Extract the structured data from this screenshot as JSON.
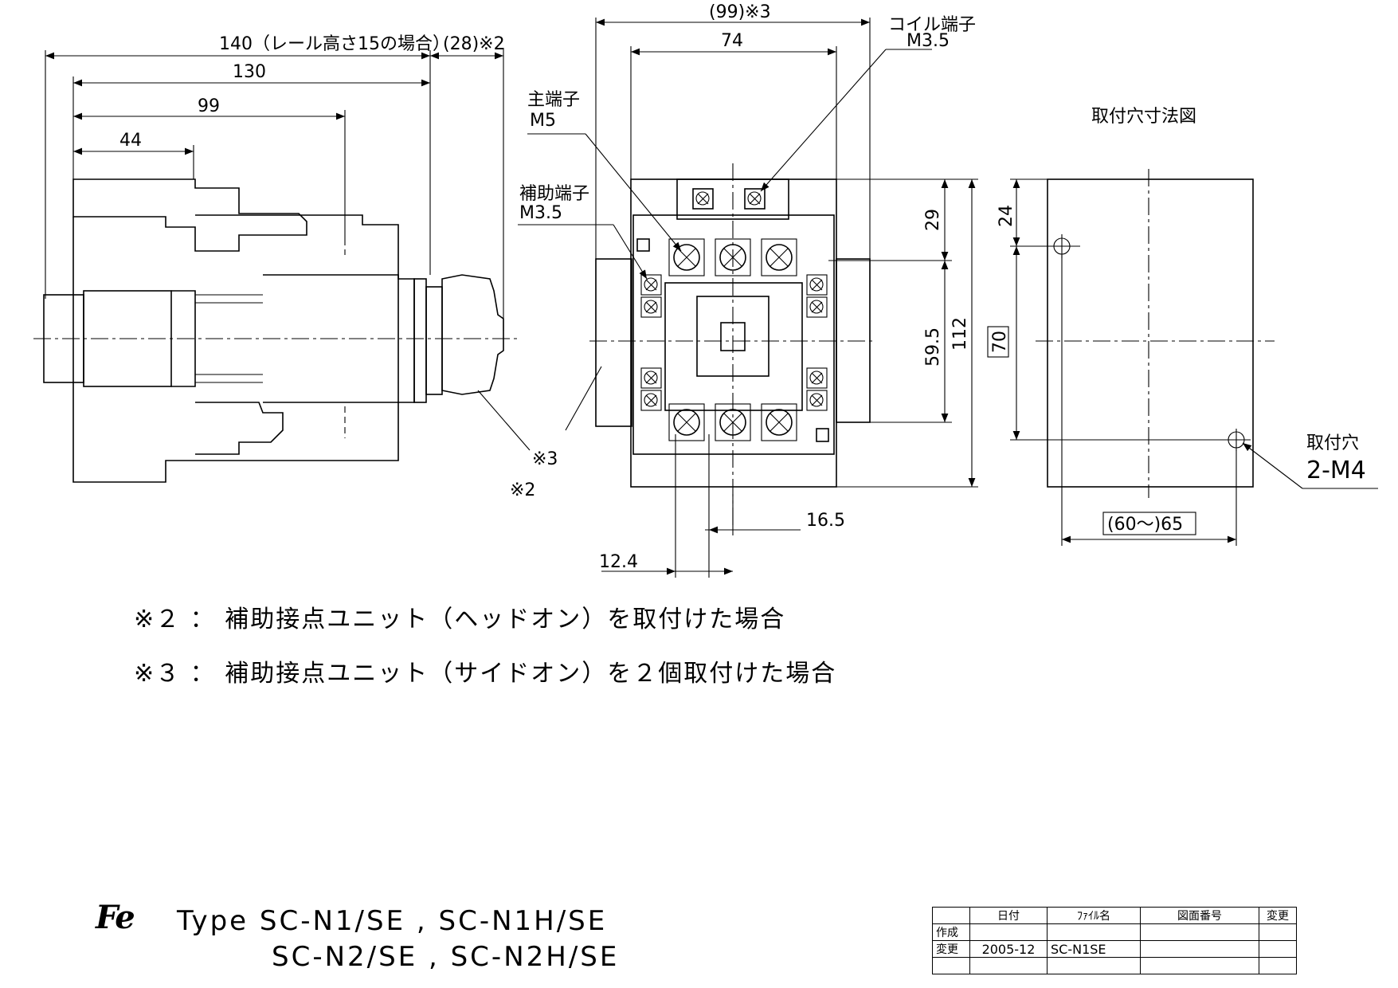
{
  "side_view": {
    "dims": [
      "140（レール高さ15の場合）",
      "(28)※2",
      "130",
      "99",
      "44"
    ],
    "marks": [
      "※3",
      "※2"
    ]
  },
  "front_view": {
    "dims": [
      "(99)※3",
      "74",
      "29",
      "59.5",
      "112",
      "16.5",
      "12.4"
    ],
    "labels": {
      "coil_terminal": "コイル端子",
      "coil_terminal_size": "M3.5",
      "main_terminal": "主端子",
      "main_terminal_size": "M5",
      "aux_terminal": "補助端子",
      "aux_terminal_size": "M3.5"
    }
  },
  "mounting": {
    "title": "取付穴寸法図",
    "dims": [
      "24",
      "70",
      "(60～)65"
    ],
    "hole_label": "取付穴",
    "hole_size": "2-M4"
  },
  "notes": [
    "※２ ： 補助接点ユニット（ヘッドオン）を取付けた場合",
    "※３ ： 補助接点ユニット（サイドオン）を２個取付けた場合"
  ],
  "logo": "Fe",
  "model": {
    "line1": "Type SC-N1/SE , SC-N1H/SE",
    "line2": "SC-N2/SE , SC-N2H/SE"
  },
  "title_block": {
    "headers": [
      "",
      "日付",
      "ﾌｧｲﾙ名",
      "図面番号",
      "変更"
    ],
    "rows": [
      [
        "作成",
        "",
        "",
        "",
        ""
      ],
      [
        "変更",
        "2005-12",
        "SC-N1SE",
        "",
        ""
      ],
      [
        "",
        "",
        "",
        "",
        ""
      ]
    ]
  }
}
